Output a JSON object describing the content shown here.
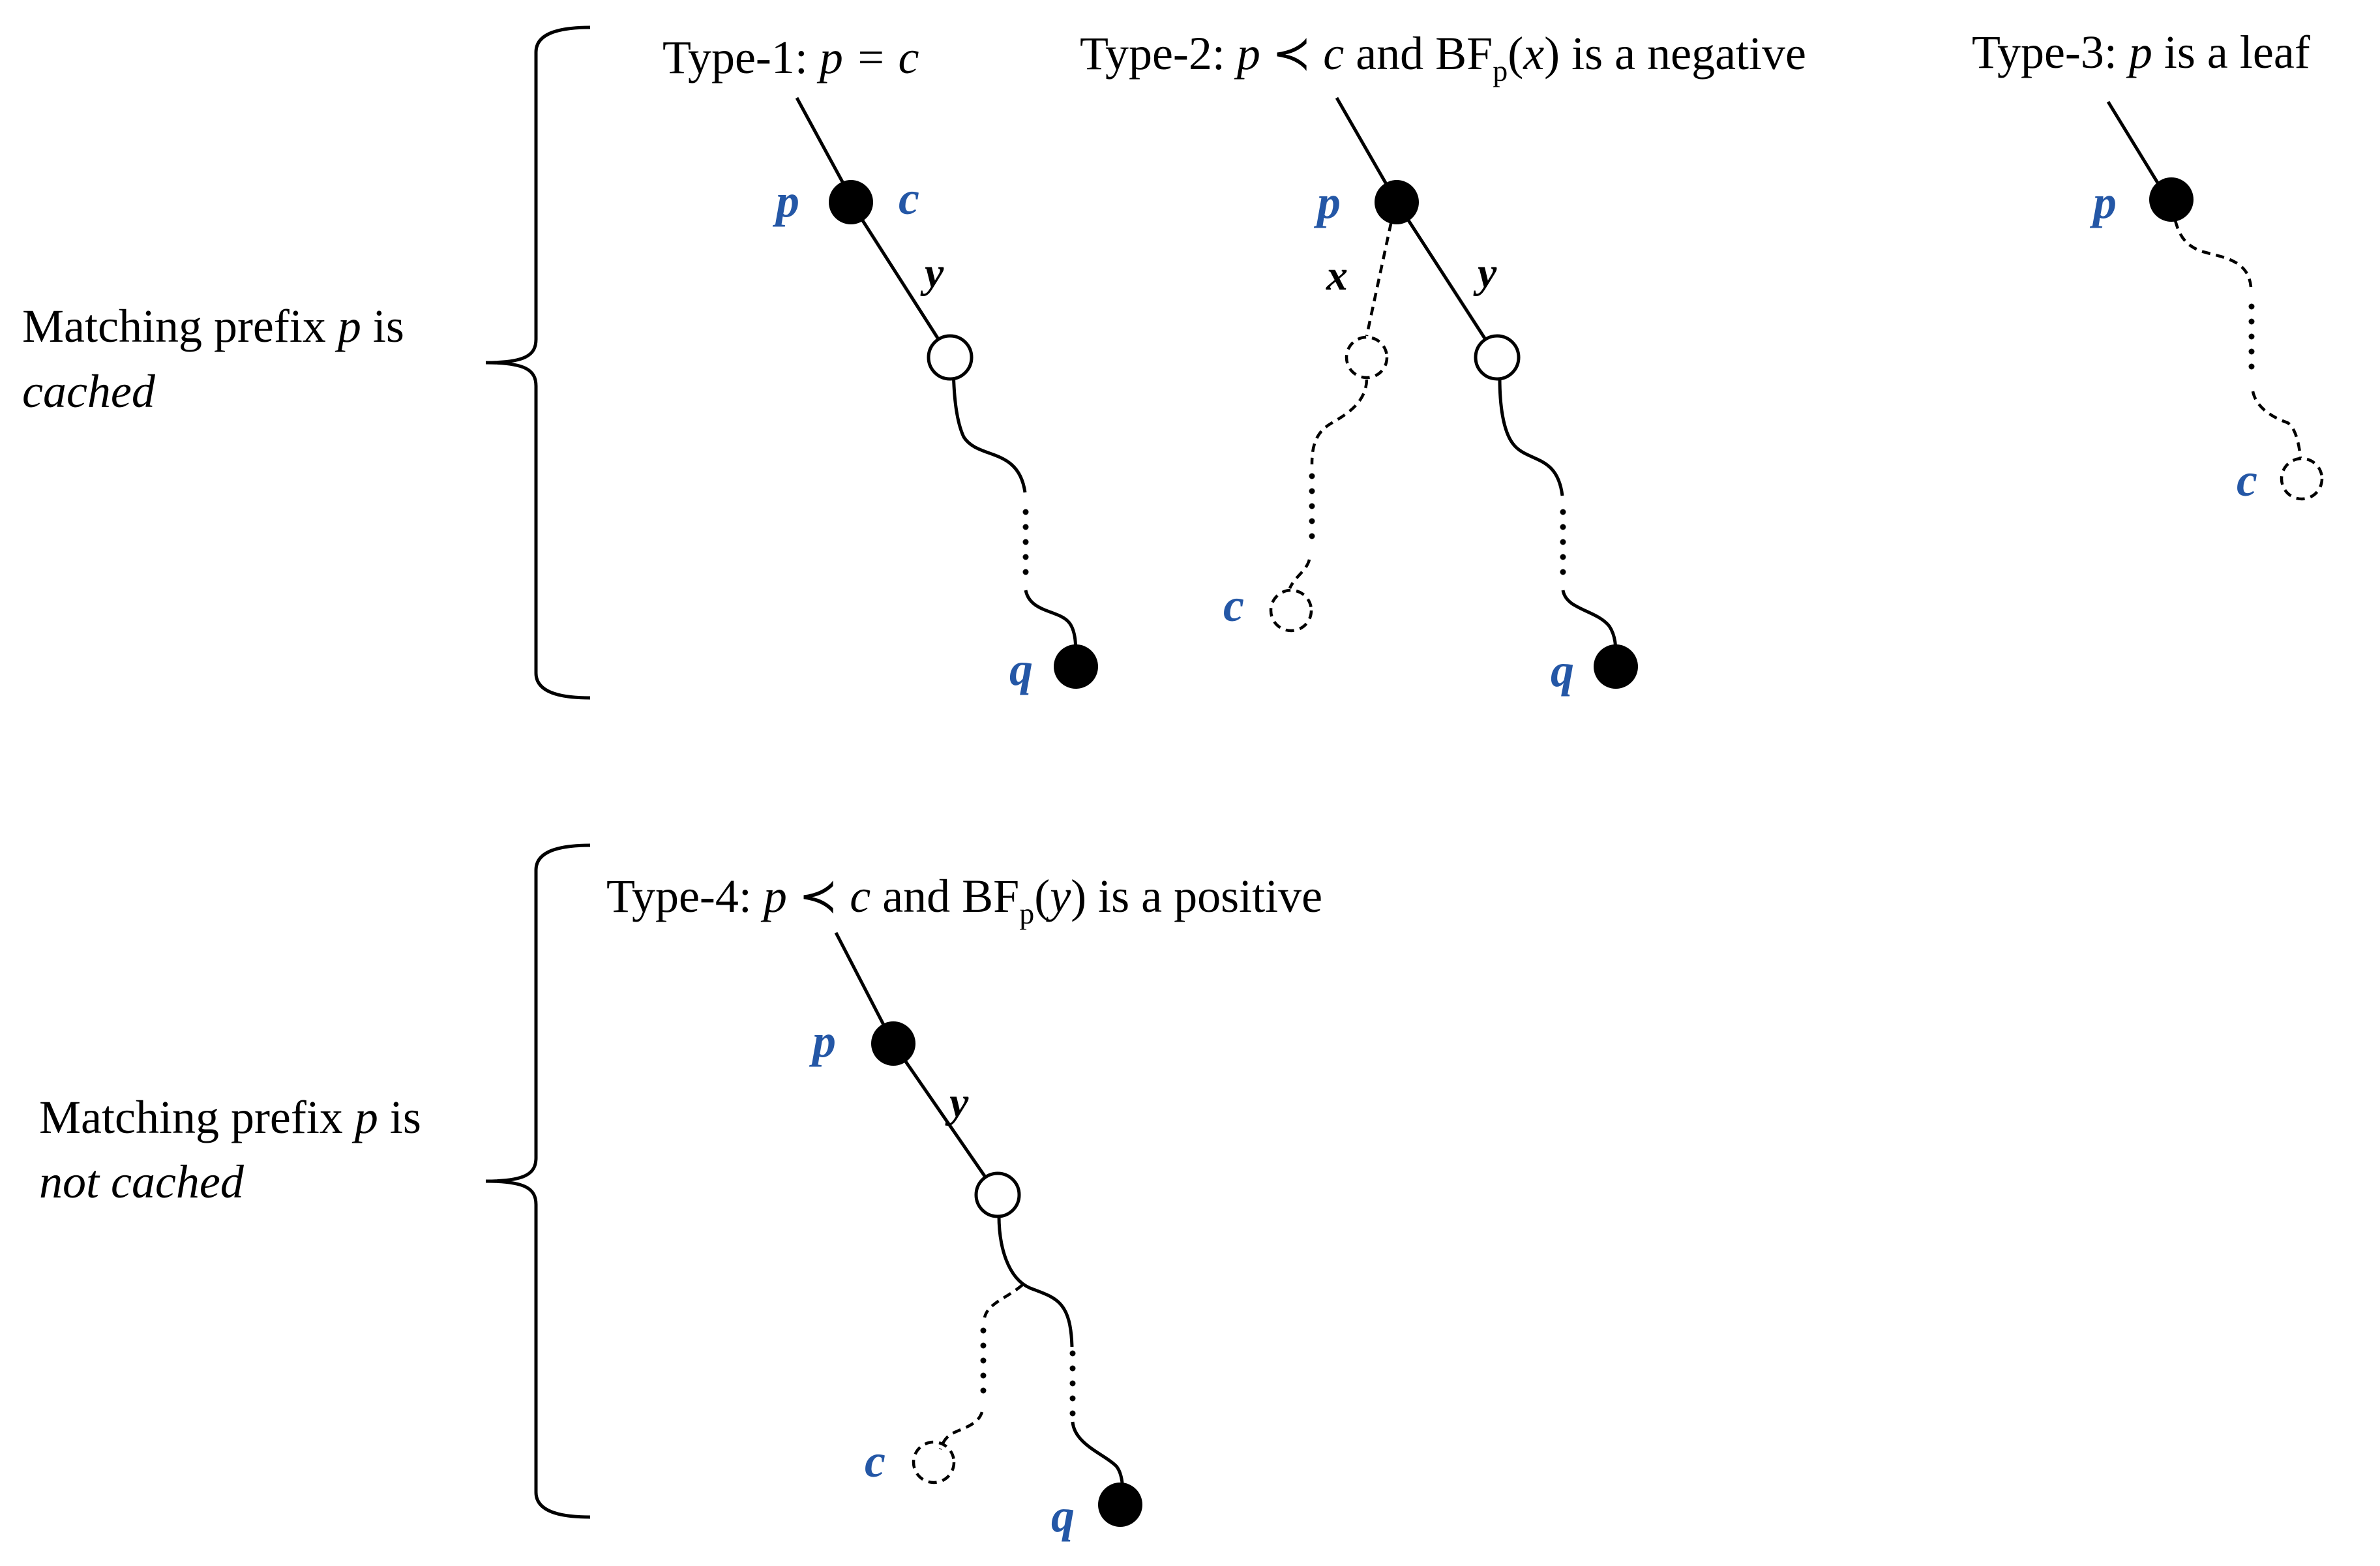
{
  "colors": {
    "label_blue": "#2457a6",
    "ink": "#000000",
    "background": "#ffffff"
  },
  "groups": [
    {
      "label_line1": "Matching prefix ",
      "label_var": "p",
      "label_line1_end": " is",
      "label_line2": "cached"
    },
    {
      "label_line1": "Matching prefix ",
      "label_var": "p",
      "label_line1_end": " is",
      "label_line2": "not cached"
    }
  ],
  "types": [
    {
      "title_lead": "Type-1: ",
      "title_math": "p = c",
      "node_labels": {
        "p": "p",
        "c": "c",
        "q": "q"
      },
      "edge_labels": {
        "y": "y"
      }
    },
    {
      "title_lead": "Type-2: ",
      "title_var1": "p",
      "title_prec": " ≺ ",
      "title_var2": "c",
      "title_and": " and BF",
      "title_sub": "p",
      "title_open": "(",
      "title_arg": "x",
      "title_close": ") is a negative",
      "node_labels": {
        "p": "p",
        "c": "c",
        "q": "q"
      },
      "edge_labels": {
        "x": "x",
        "y": "y"
      }
    },
    {
      "title_lead": "Type-3: ",
      "title_var1": "p",
      "title_rest": " is a leaf",
      "node_labels": {
        "p": "p",
        "c": "c"
      }
    },
    {
      "title_lead": "Type-4: ",
      "title_var1": "p",
      "title_prec": " ≺ ",
      "title_var2": "c",
      "title_and": " and BF",
      "title_sub": "p",
      "title_open": "(",
      "title_arg": "y",
      "title_close": ") is a positive",
      "node_labels": {
        "p": "p",
        "c": "c",
        "q": "q"
      },
      "edge_labels": {
        "y": "y"
      }
    }
  ]
}
